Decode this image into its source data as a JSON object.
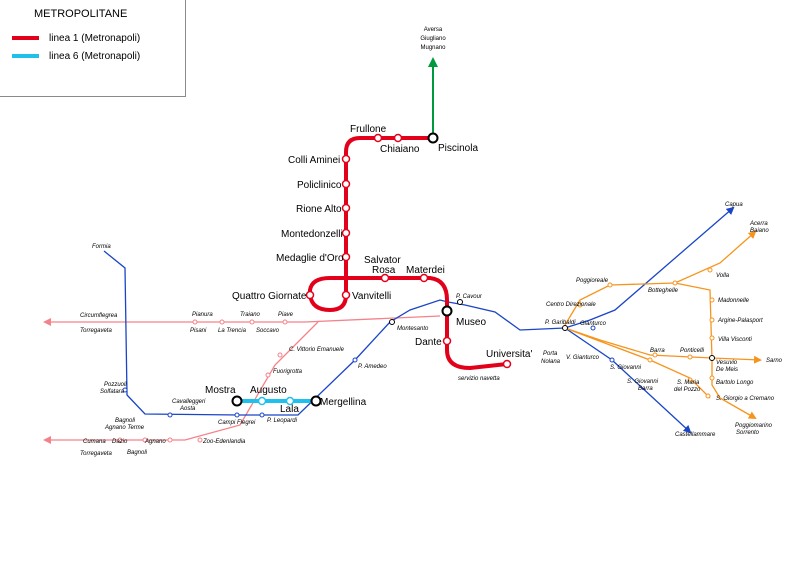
{
  "legend": {
    "title": "METROPOLITANE",
    "items": [
      {
        "label": "linea 1 (Metronapoli)",
        "color": "#e3001b"
      },
      {
        "label": "linea 6 (Metronapoli)",
        "color": "#1ec1ec"
      }
    ]
  },
  "line1": {
    "color": "#e3001b",
    "stations": {
      "piscinola": "Piscinola",
      "chiaiano": "Chiaiano",
      "frullone": "Frullone",
      "colli_aminei": "Colli Aminei",
      "policlinico": "Policlinico",
      "rione_alto": "Rione Alto",
      "montedonzelli": "Montedonzelli",
      "medaglie_doro": "Medaglie d'Oro",
      "vanvitelli": "Vanvitelli",
      "quattro_giornate": "Quattro Giornate",
      "salvator_rosa_1": "Salvator",
      "salvator_rosa_2": "Rosa",
      "materdei": "Materdei",
      "museo": "Museo",
      "dante": "Dante",
      "universita": "Universita'",
      "servizio_navetta": "servizio navetta"
    }
  },
  "line6": {
    "color": "#1ec1ec",
    "stations": {
      "mostra": "Mostra",
      "augusto": "Augusto",
      "lala": "Lala",
      "mergellina": "Mergellina"
    }
  },
  "north": {
    "color": "#009a3e",
    "label_1": "Aversa",
    "label_2": "Giugliano",
    "label_3": "Mugnano"
  },
  "blue_line": {
    "color": "#1a45c8",
    "labels": {
      "formia": "Formia",
      "pozzuoli_1": "Pozzuoli",
      "pozzuoli_2": "Solfatara",
      "bagnoli_at_1": "Bagnoli",
      "bagnoli_at_2": "Agnano Terme",
      "cavalleggeri_1": "Cavalleggeri",
      "cavalleggeri_2": "Aosta",
      "campi_flegrei": "Campi Flegrei",
      "p_leopardi": "P. Leopardi",
      "p_amedeo": "P. Amedeo",
      "montesanto": "Montesanto",
      "p_cavour": "P. Cavour",
      "p_garibaldi": "P. Garibaldi",
      "gianturco": "Gianturco",
      "capua": "Capua",
      "castellammare": "Castellammare"
    }
  },
  "pink_lines": {
    "color": "#f4828a",
    "labels": {
      "circumflegrea": "Circumflegrea",
      "torregaveta_1": "Torregaveta",
      "pianura": "Pianura",
      "traiano": "Traiano",
      "piave": "Piave",
      "pisani": "Pisani",
      "la_trencia": "La Trencia",
      "soccavo": "Soccavo",
      "c_vittorio": "C. Vittorio Emanuele",
      "fuorigrotta": "Fuorigrotta",
      "cumana": "Cumana",
      "torregaveta_2": "Torregaveta",
      "dazio": "Dazio",
      "agnano": "Agnano",
      "bagnoli": "Bagnoli",
      "zoo": "Zoo-Edenlandia"
    }
  },
  "orange_lines": {
    "color": "#f7941d",
    "labels": {
      "poggioreale": "Poggioreale",
      "centro_direzionale": "Centro Direzionale",
      "botteghelle": "Botteghelle",
      "volla": "Volla",
      "acerra_1": "Acerra",
      "acerra_2": "Baiano",
      "madonnelle": "Madonnelle",
      "argine": "Argine-Palasport",
      "villa_visconti": "Villa Visconti",
      "vesuvio_1": "Vesuvio",
      "vesuvio_2": "De Meis",
      "sarno": "Sarno",
      "porta_nolana_1": "Porta",
      "porta_nolana_2": "Nolana",
      "v_gianturco": "V. Gianturco",
      "s_giovanni": "S. Giovanni",
      "barra": "Barra",
      "ponticelli": "Ponticelli",
      "bartolo_longo": "Bartolo Longo",
      "sgb_1": "S. Giovanni",
      "sgb_2": "Barra",
      "smp_1": "S. Maria",
      "smp_2": "del Pozzo",
      "s_giorgio": "S. Giorgio a Cremano",
      "poggiomarino_1": "Poggiomarino",
      "poggiomarino_2": "Sorrento"
    }
  }
}
